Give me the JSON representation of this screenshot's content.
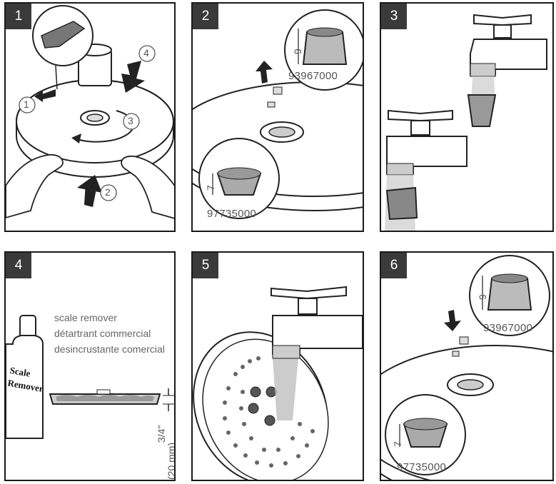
{
  "steps": [
    {
      "number": "1",
      "callouts": [
        "1",
        "2",
        "3",
        "4"
      ]
    },
    {
      "number": "2",
      "callouts": [
        "9",
        "7"
      ],
      "parts": [
        "93967000",
        "97735000"
      ]
    },
    {
      "number": "3"
    },
    {
      "number": "4",
      "bottle_label": "Scale\nRemover",
      "text_lines": [
        "scale remover",
        "détartrant commercial",
        "desincrustante comercial"
      ],
      "depth_top": "3/4\"",
      "depth_bottom": "(20 mm)"
    },
    {
      "number": "5"
    },
    {
      "number": "6",
      "callouts": [
        "9",
        "7"
      ],
      "parts": [
        "93967000",
        "97735000"
      ]
    }
  ],
  "icons": [
    "hand-icon",
    "arrow-up-icon",
    "arrow-down-icon",
    "rotate-arrow-icon",
    "faucet-icon",
    "strainer-icon",
    "bottle-icon",
    "showerhead-icon",
    "tray-icon"
  ]
}
